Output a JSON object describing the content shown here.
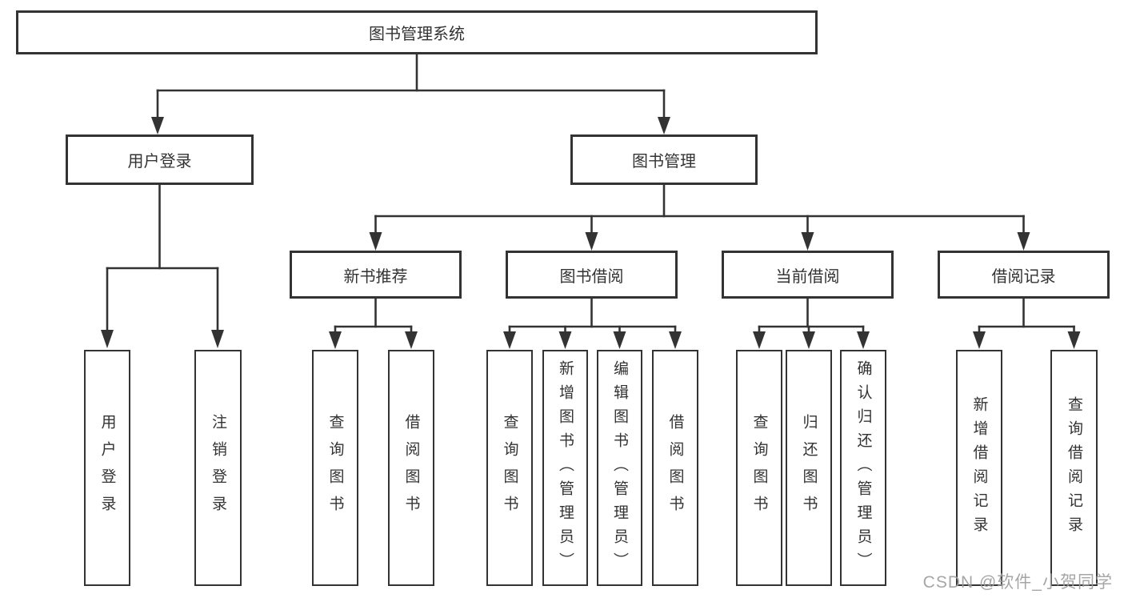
{
  "diagram": {
    "root": {
      "label": "图书管理系统"
    },
    "branches": [
      {
        "label": "用户登录",
        "children": [
          {
            "label": "用户登录"
          },
          {
            "label": "注销登录"
          }
        ]
      },
      {
        "label": "图书管理",
        "children": [
          {
            "label": "新书推荐",
            "children": [
              {
                "label": "查询图书"
              },
              {
                "label": "借阅图书"
              }
            ]
          },
          {
            "label": "图书借阅",
            "children": [
              {
                "label": "查询图书"
              },
              {
                "label": "新增图书（管理员）"
              },
              {
                "label": "编辑图书（管理员）"
              },
              {
                "label": "借阅图书"
              }
            ]
          },
          {
            "label": "当前借阅",
            "children": [
              {
                "label": "查询图书"
              },
              {
                "label": "归还图书"
              },
              {
                "label": "确认归还（管理员）"
              }
            ]
          },
          {
            "label": "借阅记录",
            "children": [
              {
                "label": "新增借阅记录"
              },
              {
                "label": "查询借阅记录"
              }
            ]
          }
        ]
      }
    ]
  },
  "watermark": {
    "text": "CSDN @软件_小贺同学"
  },
  "colors": {
    "line": "#333333",
    "text": "#333333",
    "watermark": "#9e9e9e",
    "background": "#ffffff"
  }
}
